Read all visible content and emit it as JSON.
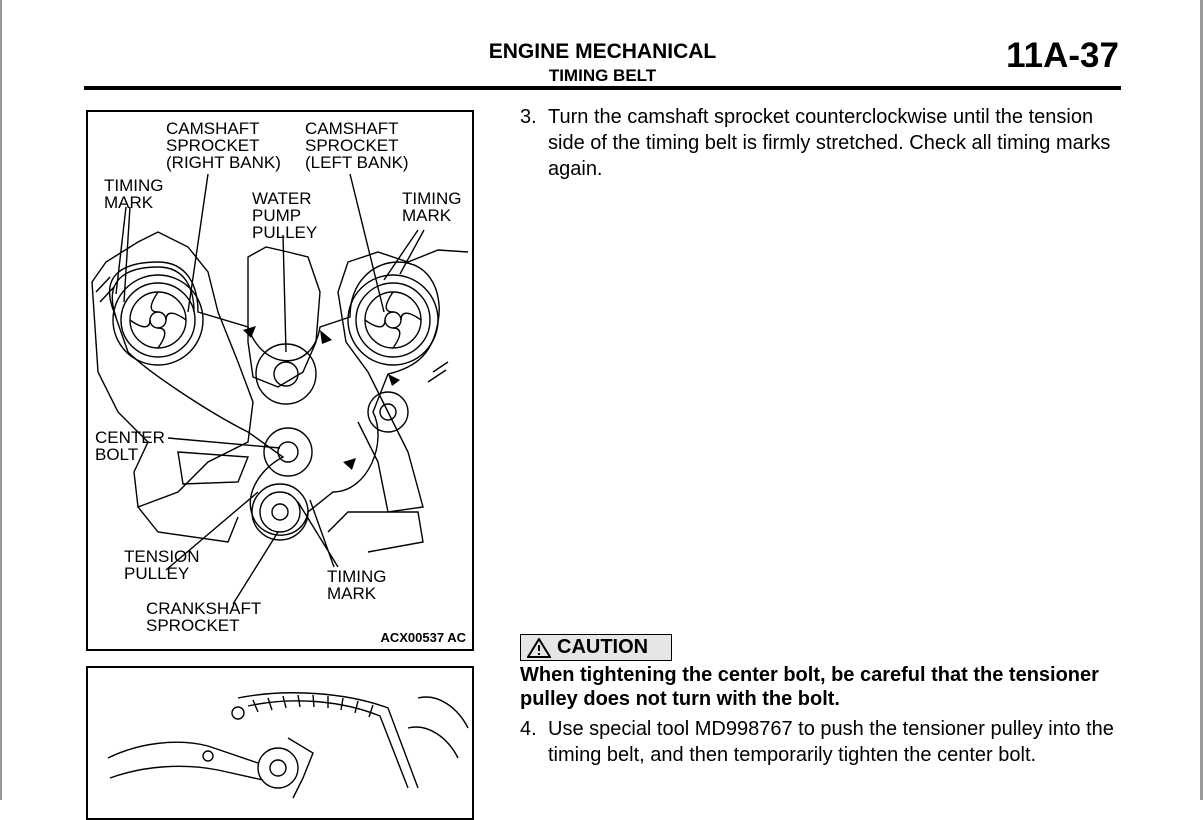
{
  "header": {
    "section": "ENGINE MECHANICAL",
    "subsection": "TIMING BELT",
    "page_number": "11A-37"
  },
  "figure1": {
    "labels": {
      "camshaft_right": "CAMSHAFT\nSPROCKET\n(RIGHT BANK)",
      "camshaft_left": "CAMSHAFT\nSPROCKET\n(LEFT BANK)",
      "timing_mark_upper_left": "TIMING\nMARK",
      "water_pump": "WATER\nPUMP\nPULLEY",
      "timing_mark_upper_right": "TIMING\nMARK",
      "center_bolt": "CENTER\nBOLT",
      "tension_pulley": "TENSION\nPULLEY",
      "timing_mark_lower": "TIMING\nMARK",
      "crankshaft": "CRANKSHAFT\nSPROCKET"
    },
    "figure_id": "ACX00537 AC"
  },
  "steps": [
    {
      "number": "3.",
      "text": "Turn the camshaft sprocket counterclockwise until the tension side of the timing belt is firmly stretched. Check all timing marks again."
    },
    {
      "number": "4.",
      "text": "Use special tool MD998767 to push the tensioner pulley into the timing belt, and then temporarily tighten the center bolt."
    }
  ],
  "caution": {
    "label": "CAUTION",
    "text": "When tightening the center bolt, be careful that the tensioner pulley does not turn with the bolt."
  }
}
